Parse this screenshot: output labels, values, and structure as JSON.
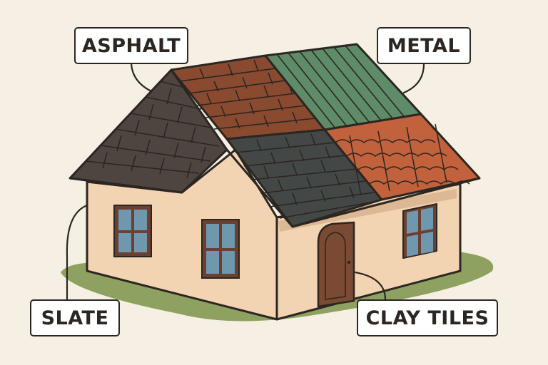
{
  "labels": {
    "asphalt": "ASPHALT",
    "metal": "METAL",
    "slate": "SLATE",
    "clay_tiles": "CLAY TILES"
  },
  "colors": {
    "background": "#f6f0e4",
    "ground": "#8ea160",
    "wall": "#f2d3b2",
    "outline": "#2b2622",
    "slate_roof": "#4f4540",
    "asphalt_roof": "#8a4a30",
    "dark_slate_roof": "#434846",
    "metal_roof": "#5e8b68",
    "clay_roof": "#c2623c",
    "window_glass": "#6f97ad",
    "window_frame": "#6b4030",
    "door": "#7a4a32"
  }
}
